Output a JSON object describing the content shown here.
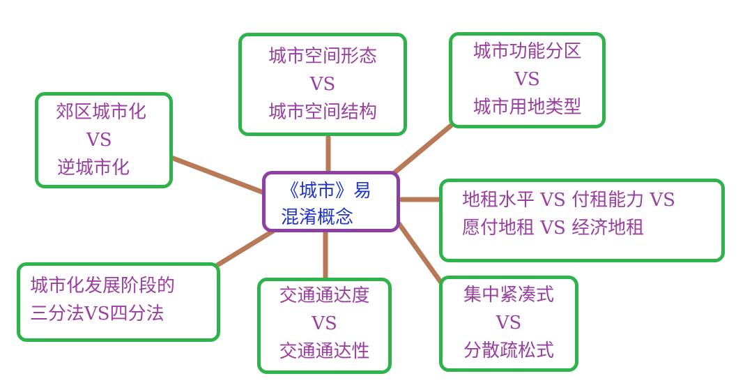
{
  "colors": {
    "node_border": "#2db34a",
    "node_text": "#9a3fa0",
    "center_border": "#8e3fa3",
    "center_text": "#1f33c9",
    "connector": "#b87a56"
  },
  "center": {
    "line1": "《城市》易",
    "line2": "混淆概念"
  },
  "nodes": {
    "suburban": {
      "line1": "郊区城市化",
      "line2": "VS",
      "line3": "逆城市化"
    },
    "space": {
      "line1": "城市空间形态",
      "line2": "VS",
      "line3": "城市空间结构"
    },
    "function": {
      "line1": "城市功能分区",
      "line2": "VS",
      "line3": "城市用地类型"
    },
    "rent": {
      "line1": "地租水平 VS 付租能力 VS",
      "line2": "愿付地租 VS 经济地租"
    },
    "stages": {
      "line1": "城市化发展阶段的",
      "line2": "三分法VS四分法"
    },
    "transport": {
      "line1": "交通通达度",
      "line2": "VS",
      "line3": "交通通达性"
    },
    "compact": {
      "line1": "集中紧凑式",
      "line2": "VS",
      "line3": "分散疏松式"
    }
  }
}
